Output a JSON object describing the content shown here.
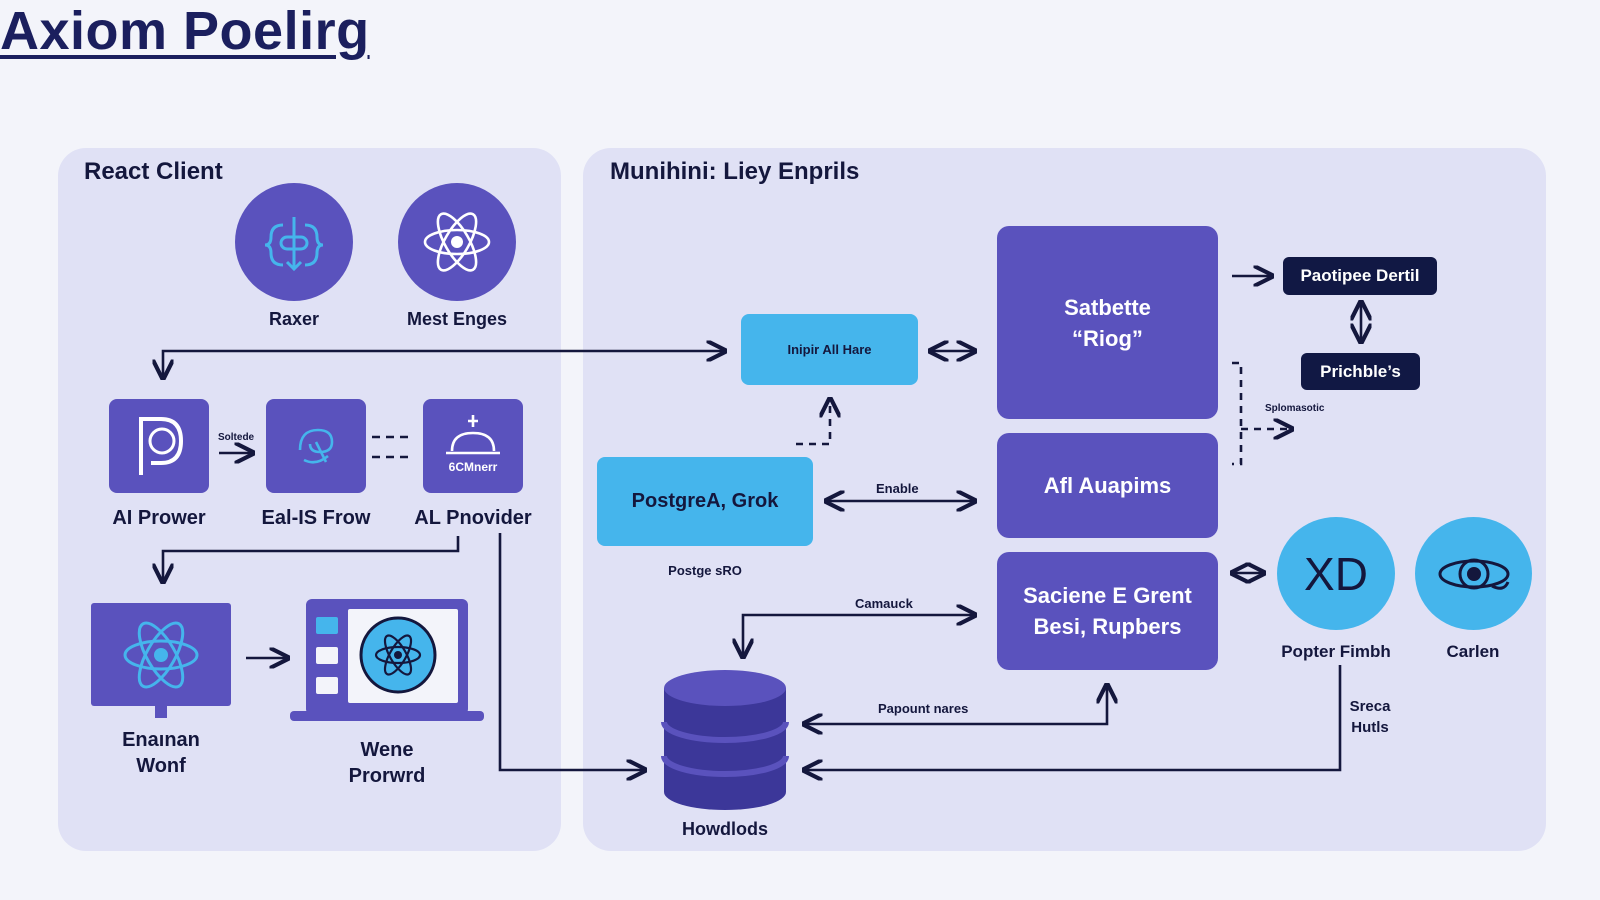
{
  "title": "Axiom Poelirg",
  "left_panel": {
    "title": "React Client",
    "top_icons": [
      {
        "label": "Raxer",
        "icon": "api-bracket-icon"
      },
      {
        "label": "Mest Enges",
        "icon": "react-atom-icon"
      }
    ],
    "tiles": [
      {
        "label": "AI Prower",
        "icon": "letter-p-icon"
      },
      {
        "label": "Eal-IS Frow",
        "icon": "link-knot-icon"
      },
      {
        "label": "AL Pnovider",
        "icon": "bell-provider-icon",
        "inner_text": "6CMnerr"
      }
    ],
    "tile_arrow_label": "Soltede",
    "devices": [
      {
        "label_line1": "Enaınan",
        "label_line2": "Wonf",
        "icon": "monitor-icon"
      },
      {
        "label_line1": "Wene",
        "label_line2": "Prorwrd",
        "icon": "laptop-icon"
      }
    ]
  },
  "right_panel": {
    "title": "Munihini: Liey Enprils",
    "input_box": "Inipir All Hare",
    "postgres_box": "PostgreA, Grok",
    "postgres_caption": "Postge sRO",
    "enable_label": "Enable",
    "camauck_label": "Camauck",
    "papount_label": "Papount nares",
    "database_label": "Howdlods",
    "big_box": {
      "line1": "Satbette",
      "line2": "“Riog”"
    },
    "mid_box": "Afl Auapims",
    "lower_box": {
      "line1": "Saciene E Grent",
      "line2": "Besi, Rupbers"
    },
    "navy_top": "Paotipee Dertil",
    "navy_bottom": "Prichble’s",
    "splomasotic_label": "Splomasotic",
    "circles": [
      {
        "label": "Popter Fimbh",
        "icon": "xd-icon",
        "text": "XD"
      },
      {
        "label": "Carlen",
        "icon": "eye-orbit-icon"
      }
    ],
    "sreca_label_line1": "Sreca",
    "sreca_label_line2": "Hutls"
  },
  "colors": {
    "background": "#f3f4fa",
    "panel": "#e0e1f5",
    "purple": "#5a52bd",
    "sky": "#45b5ec",
    "navy": "#111844",
    "ink": "#14173d"
  }
}
